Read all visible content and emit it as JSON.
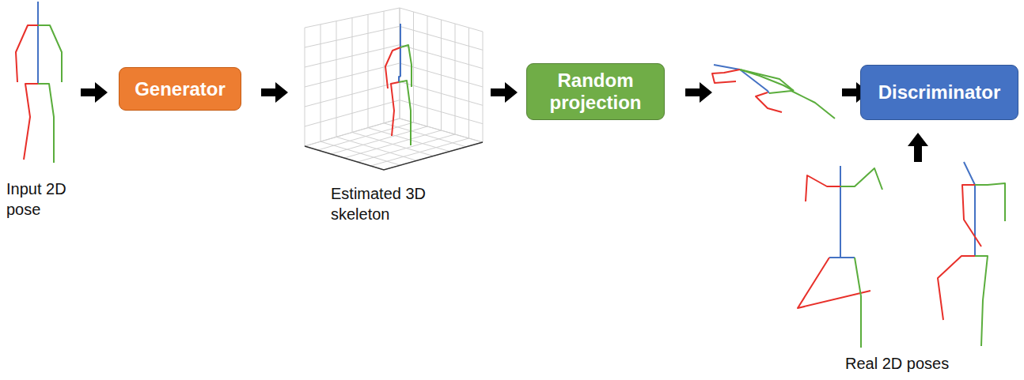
{
  "diagram": {
    "nodes": [
      {
        "text": [
          "Generator"
        ]
      },
      {
        "text": [
          "Random projection"
        ]
      },
      {
        "text": [
          "Discriminator"
        ]
      }
    ],
    "labels": [
      "Input 2D pose",
      "Estimated 3D skeleton",
      "Real 2D poses"
    ]
  }
}
